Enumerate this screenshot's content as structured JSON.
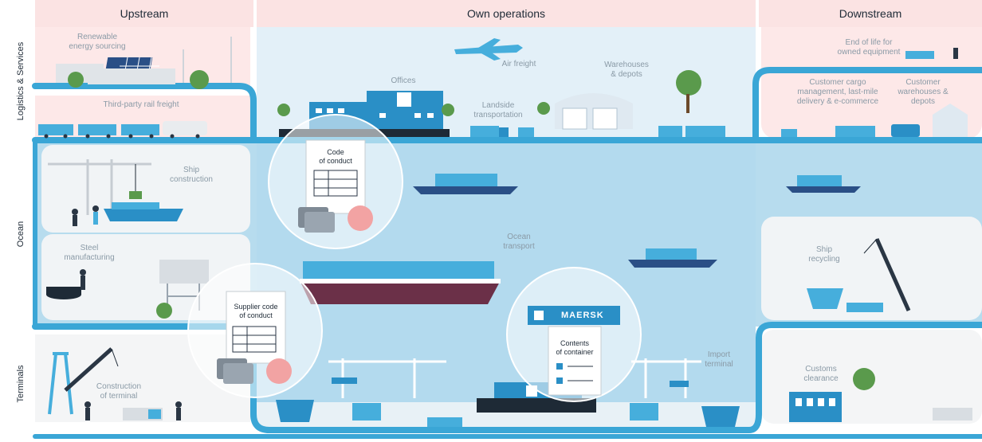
{
  "headers": {
    "upstream": "Upstream",
    "own_operations": "Own operations",
    "downstream": "Downstream"
  },
  "rows": {
    "logistics": "Logistics & Services",
    "ocean": "Ocean",
    "terminals": "Terminals"
  },
  "labels": {
    "renewable": "Renewable\nenergy sourcing",
    "rail": "Third-party rail freight",
    "ship_construction": "Ship\nconstruction",
    "steel": "Steel\nmanufacturing",
    "construction_terminal": "Construction\nof terminal",
    "offices": "Offices",
    "air_freight": "Air freight",
    "warehouses": "Warehouses\n& depots",
    "landside": "Landside\ntransportation",
    "ocean_transport": "Ocean\ntransport",
    "import_terminal": "Import\nterminal",
    "end_of_life": "End of life for\nowned equipment",
    "customer_cargo": "Customer cargo\nmanagement, last-mile\ndelivery & e-commerce",
    "customer_warehouses": "Customer\nwarehouses &\ndepots",
    "ship_recycling": "Ship\nrecycling",
    "customs": "Customs\nclearance"
  },
  "callouts": {
    "code_of_conduct": "Code\nof conduct",
    "supplier_code": "Supplier code\nof conduct",
    "contents": "Contents\nof container",
    "brand": "MAERSK"
  },
  "colors": {
    "route": "#3aa6d6",
    "ocean": "#b7dcee",
    "header": "#fbe3e3",
    "ship_hull": "#6b3048",
    "container": "#46aedc"
  }
}
